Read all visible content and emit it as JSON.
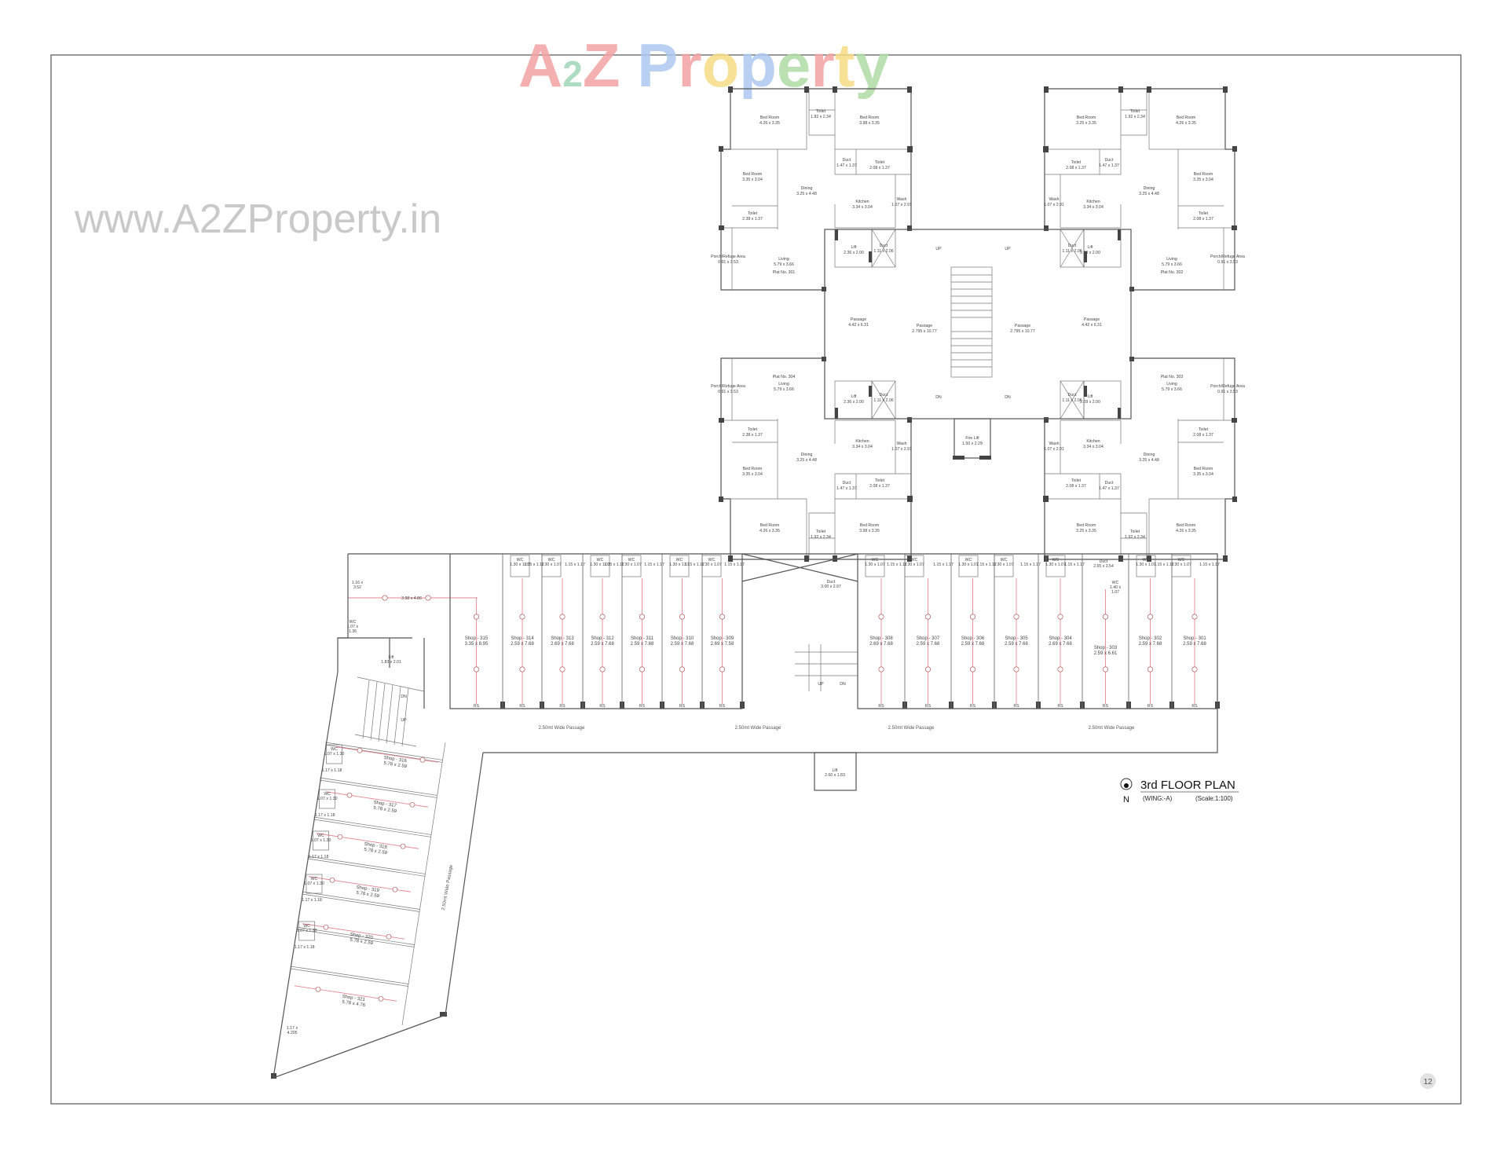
{
  "watermark": {
    "brand": "A2Z Property",
    "url": "www.A2ZProperty.in",
    "brand_colors": [
      "#f3a3a3",
      "#9fd6b9",
      "#f3a3a3",
      "#ffffff",
      "#aec8f0",
      "#f3a3a3",
      "#f6dc86",
      "#aec8f0",
      "#b0dca6",
      "#f3a3a3",
      "#f6dc86",
      "#b0dca6"
    ],
    "url_color": "#c9c9c9"
  },
  "title_block": {
    "title": "3rd FLOOR PLAN",
    "wing": "(WING:-A)",
    "scale": "(Scale:1:100)",
    "north": "N"
  },
  "page_number": "12",
  "flats": [
    {
      "id": "301",
      "plat_label": "Plat No. 301",
      "rooms": [
        {
          "name": "Bed Room",
          "dims": "4.26 x 3.35"
        },
        {
          "name": "Toilet",
          "dims": "1.82 x 2.34"
        },
        {
          "name": "Bed Room",
          "dims": "3.98 x 3.35"
        },
        {
          "name": "Bed Room",
          "dims": "3.35 x 3.04"
        },
        {
          "name": "Dining",
          "dims": "3.25 x 4.48"
        },
        {
          "name": "Duct",
          "dims": "1.47 x 1.37"
        },
        {
          "name": "Toilet",
          "dims": "2.08 x 1.37"
        },
        {
          "name": "Kitchen",
          "dims": "3.34 x 3.04"
        },
        {
          "name": "Wash",
          "dims": "1.07 x 2.91"
        },
        {
          "name": "Toilet",
          "dims": "2.38 x 1.37"
        },
        {
          "name": "Living",
          "dims": "5.79 x 3.66"
        },
        {
          "name": "Porch/Refuge Area",
          "dims": "0.91 x 3.53"
        }
      ]
    },
    {
      "id": "302",
      "plat_label": "Plat No. 302",
      "rooms": [
        {
          "name": "Bed Room",
          "dims": "4.26 x 3.35"
        },
        {
          "name": "Toilet",
          "dims": "1.92 x 2.34"
        },
        {
          "name": "Bed Room",
          "dims": "3.25 x 3.35"
        },
        {
          "name": "Bed Room",
          "dims": "3.35 x 3.04"
        },
        {
          "name": "Dining",
          "dims": "3.25 x 4.48"
        },
        {
          "name": "Duct",
          "dims": "1.47 x 1.37"
        },
        {
          "name": "Toilet",
          "dims": "2.08 x 1.37"
        },
        {
          "name": "Kitchen",
          "dims": "3.34 x 3.04"
        },
        {
          "name": "Wash",
          "dims": "1.07 x 2.91"
        },
        {
          "name": "Toilet",
          "dims": "2.08 x 1.37"
        },
        {
          "name": "Living",
          "dims": "5.79 x 3.66"
        },
        {
          "name": "Porch/Refuge Area",
          "dims": "0.91 x 3.53"
        }
      ]
    },
    {
      "id": "304",
      "plat_label": "Plat No. 304",
      "rooms": [
        {
          "name": "Bed Room",
          "dims": "4.26 x 3.35"
        },
        {
          "name": "Toilet",
          "dims": "1.92 x 2.34"
        },
        {
          "name": "Bed Room",
          "dims": "3.98 x 3.35"
        },
        {
          "name": "Bed Room",
          "dims": "3.35 x 3.04"
        },
        {
          "name": "Dining",
          "dims": "3.25 x 4.48"
        },
        {
          "name": "Duct",
          "dims": "1.47 x 1.37"
        },
        {
          "name": "Toilet",
          "dims": "2.08 x 1.37"
        },
        {
          "name": "Kitchen",
          "dims": "3.34 x 3.04"
        },
        {
          "name": "Wash",
          "dims": "1.07 x 2.91"
        },
        {
          "name": "Toilet",
          "dims": "2.38 x 1.37"
        },
        {
          "name": "Living",
          "dims": "5.79 x 3.66"
        },
        {
          "name": "Porch/Refuge Area",
          "dims": "0.91 x 3.53"
        }
      ]
    },
    {
      "id": "303",
      "plat_label": "Plat No. 303",
      "rooms": [
        {
          "name": "Bed Room",
          "dims": "4.26 x 3.35"
        },
        {
          "name": "Toilet",
          "dims": "1.92 x 2.34"
        },
        {
          "name": "Bed Room",
          "dims": "3.25 x 3.35"
        },
        {
          "name": "Bed Room",
          "dims": "3.35 x 3.04"
        },
        {
          "name": "Dining",
          "dims": "3.25 x 4.48"
        },
        {
          "name": "Duct",
          "dims": "1.47 x 1.37"
        },
        {
          "name": "Toilet",
          "dims": "2.08 x 1.37"
        },
        {
          "name": "Kitchen",
          "dims": "3.34 x 3.04"
        },
        {
          "name": "Wash",
          "dims": "1.07 x 2.91"
        },
        {
          "name": "Toilet",
          "dims": "2.08 x 1.37"
        },
        {
          "name": "Living",
          "dims": "5.79 x 3.66"
        },
        {
          "name": "Porch/Refuge Area",
          "dims": "0.91 x 3.53"
        }
      ]
    }
  ],
  "core": {
    "items": [
      {
        "name": "Lift",
        "dims": "2.36 x 2.00"
      },
      {
        "name": "Duct",
        "dims": "1.11 x 2.06"
      },
      {
        "name": "Lift",
        "dims": "2.09 x 2.00"
      },
      {
        "name": "Duct",
        "dims": "1.11 x 2.06"
      },
      {
        "name": "Passage",
        "dims": "4.42 x 6.31"
      },
      {
        "name": "Passage",
        "dims": "2.795 x 10.77"
      },
      {
        "name": "Passage",
        "dims": "2.795 x 10.77"
      },
      {
        "name": "Passage",
        "dims": "4.42 x 6.31"
      },
      {
        "name": "Lift",
        "dims": "2.36 x 2.00"
      },
      {
        "name": "Duct",
        "dims": "1.11 x 2.06"
      },
      {
        "name": "Duct",
        "dims": "1.11 x 2.06"
      },
      {
        "name": "Lift",
        "dims": "2.09 x 2.00"
      },
      {
        "name": "Fire Lift",
        "dims": "1.50 x 2.29"
      }
    ],
    "stair_labels": [
      "UP",
      "UP",
      "DN",
      "DN"
    ]
  },
  "shops_row": [
    {
      "name": "Shop - 315",
      "dims": "3.35 x 8.95"
    },
    {
      "name": "Shop - 314",
      "dims": "2.59 x 7.68"
    },
    {
      "name": "Shop - 313",
      "dims": "2.69 x 7.68"
    },
    {
      "name": "Shop - 312",
      "dims": "2.59 x 7.68"
    },
    {
      "name": "Shop - 311",
      "dims": "2.59 x 7.68"
    },
    {
      "name": "Shop - 310",
      "dims": "2.59 x 7.68"
    },
    {
      "name": "Shop - 309",
      "dims": "2.69 x 7.58"
    },
    {
      "name": "Shop - 308",
      "dims": "2.69 x 7.68"
    },
    {
      "name": "Shop - 307",
      "dims": "2.59 x 7.68"
    },
    {
      "name": "Shop - 306",
      "dims": "2.59 x 7.68"
    },
    {
      "name": "Shop - 305",
      "dims": "2.59 x 7.68"
    },
    {
      "name": "Shop - 304",
      "dims": "2.69 x 7.68"
    },
    {
      "name": "Shop - 303",
      "dims": "2.59 x 6.61"
    },
    {
      "name": "Shop - 302",
      "dims": "2.59 x 7.68"
    },
    {
      "name": "Shop - 301",
      "dims": "2.59 x 7.68"
    }
  ],
  "shop_fixtures": {
    "wc": "WC",
    "wc_dims": "1.30 x 1.07",
    "ante_dims": "1.15 x 1.17",
    "rs": "RS"
  },
  "wing_shops": [
    {
      "name": "Shop - 316",
      "dims": "5.78 x 2.59"
    },
    {
      "name": "Shop - 317",
      "dims": "5.78 x 2.59"
    },
    {
      "name": "Shop - 318",
      "dims": "5.78 x 2.59"
    },
    {
      "name": "Shop - 319",
      "dims": "5.78 x 2.59"
    },
    {
      "name": "Shop - 320",
      "dims": "5.78 x 2.59"
    },
    {
      "name": "Shop - 321",
      "dims": "5.78 x 4.76"
    }
  ],
  "wing_fixtures": {
    "wc": "WC",
    "wc_dims": "1.07 x 1.30",
    "ante_dims": "1.17 x 1.18"
  },
  "passages": [
    "2.50mt Wide Passage",
    "2.50mt Wide Passage",
    "2.50mt Wide Passage",
    "2.50mt Wide Passage",
    "2.50mt Wide Passage"
  ],
  "misc": [
    {
      "lines": [
        "1.16 x",
        "3.52"
      ]
    },
    {
      "lines": [
        "3.98 x 4.86"
      ]
    },
    {
      "lines": [
        "WC",
        "1.07 x",
        "1.36"
      ]
    },
    {
      "lines": [
        "Lift",
        "1.83 x 2.01"
      ]
    },
    {
      "lines": [
        "Duct",
        "3.00 x 2.97"
      ]
    },
    {
      "lines": [
        "Duct",
        "2.65 x 3.54"
      ]
    },
    {
      "lines": [
        "Lift",
        "2.60 x 1.83"
      ]
    },
    {
      "lines": [
        "1.17 x",
        "4.205"
      ]
    },
    {
      "lines": [
        "DN"
      ]
    },
    {
      "lines": [
        "UP"
      ]
    },
    {
      "lines": [
        "UP"
      ]
    },
    {
      "lines": [
        "DN"
      ]
    },
    {
      "lines": [
        "WC",
        "1.40 x",
        "1.07"
      ]
    }
  ]
}
